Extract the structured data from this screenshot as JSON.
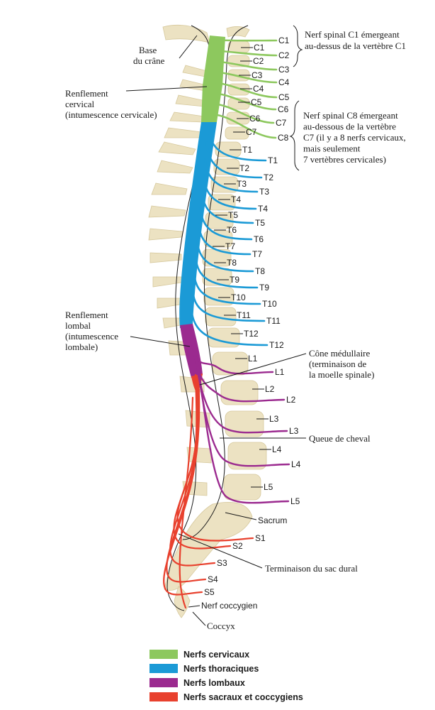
{
  "colors": {
    "cervical": "#8dc85e",
    "thoracic": "#1b9ad6",
    "lumbar": "#9b2a8f",
    "sacral": "#e8412e",
    "bone": "#ece2c2"
  },
  "annotations": {
    "skull_base": [
      "Base",
      "du crâne"
    ],
    "cervical_enlargement": [
      "Renflement",
      "cervical",
      "(intumescence cervicale)"
    ],
    "lumbar_enlargement": [
      "Renflement",
      "lombal",
      "(intumescence",
      "lombale)"
    ],
    "c1_note": [
      "Nerf spinal C1 émergeant",
      "au-dessus de la vertèbre C1"
    ],
    "c8_note": [
      "Nerf spinal C8 émergeant",
      "au-dessous de la vertèbre",
      "C7 (il y a 8 nerfs cervicaux,",
      "mais seulement",
      "7 vertèbres cervicales)"
    ],
    "conus": [
      "Cône médullaire",
      "(terminaison de",
      "la moelle spinale)"
    ],
    "cauda": "Queue de cheval",
    "sacrum": "Sacrum",
    "dural_sac": "Terminaison du sac dural",
    "coccygeal_nerve": "Nerf coccygien",
    "coccyx": "Coccyx"
  },
  "vertebra_labels": [
    "C1",
    "C2",
    "C3",
    "C4",
    "C5",
    "C6",
    "C7",
    "T1",
    "T2",
    "T3",
    "T4",
    "T5",
    "T6",
    "T7",
    "T8",
    "T9",
    "T10",
    "T11",
    "T12",
    "L1",
    "L2",
    "L3",
    "L4",
    "L5"
  ],
  "nerve_labels": [
    "C1",
    "C2",
    "C3",
    "C4",
    "C5",
    "C6",
    "C7",
    "C8",
    "T1",
    "T2",
    "T3",
    "T4",
    "T5",
    "T6",
    "T7",
    "T8",
    "T9",
    "T10",
    "T11",
    "T12",
    "L1",
    "L2",
    "L3",
    "L4",
    "L5",
    "S1",
    "S2",
    "S3",
    "S4",
    "S5"
  ],
  "legend": [
    {
      "label": "Nerfs cervicaux",
      "color": "#8dc85e"
    },
    {
      "label": "Nerfs thoraciques",
      "color": "#1b9ad6"
    },
    {
      "label": "Nerfs lombaux",
      "color": "#9b2a8f"
    },
    {
      "label": "Nerfs sacraux et coccygiens",
      "color": "#e8412e"
    }
  ]
}
